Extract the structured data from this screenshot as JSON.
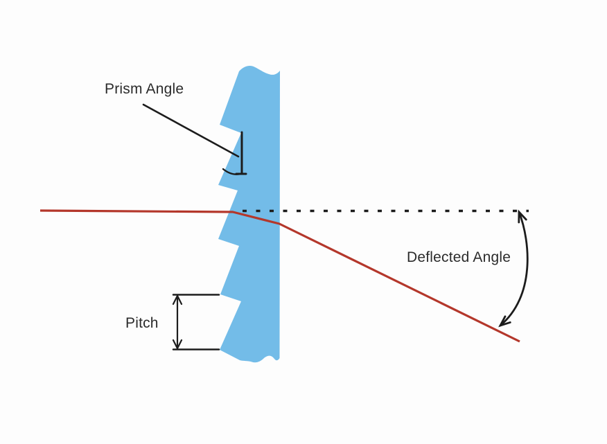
{
  "diagram": {
    "kind": "fresnel-prism-optics-diagram",
    "labels": {
      "prism_angle": "Prism Angle",
      "pitch": "Pitch",
      "deflected_angle": "Deflected Angle"
    },
    "colors": {
      "prism_fill": "#73bce8",
      "ray": "#b4372b",
      "annotation": "#1c1c1c",
      "text": "#2b2b2b",
      "background": "#fdfdfd"
    }
  }
}
